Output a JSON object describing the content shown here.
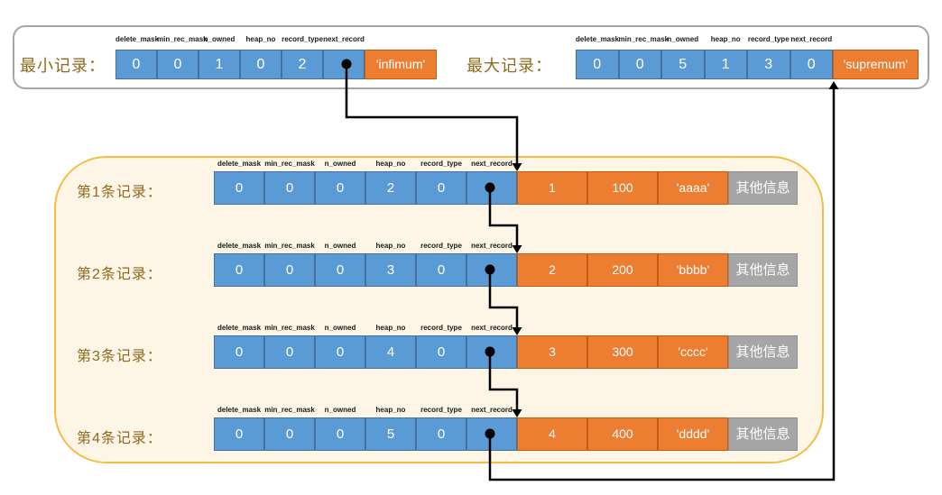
{
  "colors": {
    "cell_blue": "#5B9BD5",
    "cell_blue_border": "#41719C",
    "cell_orange": "#ED7D31",
    "cell_orange_border": "#C55A11",
    "cell_gray": "#A6A6A6",
    "label_gold": "#8F6A1D",
    "top_panel_border": "#A6A6A6",
    "records_panel_bg": "#FDF5E6",
    "records_panel_border": "#F2BE45",
    "arrow": "#000000"
  },
  "field_headers": [
    "delete_mask",
    "min_rec_mask",
    "n_owned",
    "heap_no",
    "record_type",
    "next_record"
  ],
  "top_panel": {
    "min_record": {
      "label": "最小记录：",
      "values": [
        "0",
        "0",
        "1",
        "0",
        "2",
        ""
      ],
      "record_name": "'infimum'"
    },
    "max_record": {
      "label": "最大记录：",
      "values": [
        "0",
        "0",
        "5",
        "1",
        "3",
        "0"
      ],
      "record_name": "'supremum'"
    }
  },
  "records": [
    {
      "label": "第1条记录：",
      "values": [
        "0",
        "0",
        "0",
        "2",
        "0",
        ""
      ],
      "data": [
        "1",
        "100",
        "'aaaa'"
      ],
      "other": "其他信息"
    },
    {
      "label": "第2条记录：",
      "values": [
        "0",
        "0",
        "0",
        "3",
        "0",
        ""
      ],
      "data": [
        "2",
        "200",
        "'bbbb'"
      ],
      "other": "其他信息"
    },
    {
      "label": "第3条记录：",
      "values": [
        "0",
        "0",
        "0",
        "4",
        "0",
        ""
      ],
      "data": [
        "3",
        "300",
        "'cccc'"
      ],
      "other": "其他信息"
    },
    {
      "label": "第4条记录：",
      "values": [
        "0",
        "0",
        "0",
        "5",
        "0",
        ""
      ],
      "data": [
        "4",
        "400",
        "'dddd'"
      ],
      "other": "其他信息"
    }
  ],
  "arrows": [
    {
      "from": "min_record.next_record",
      "to": "record_1"
    },
    {
      "from": "record_1.next_record",
      "to": "record_2"
    },
    {
      "from": "record_2.next_record",
      "to": "record_3"
    },
    {
      "from": "record_3.next_record",
      "to": "record_4"
    },
    {
      "from": "record_4.next_record",
      "to": "max_record"
    }
  ]
}
